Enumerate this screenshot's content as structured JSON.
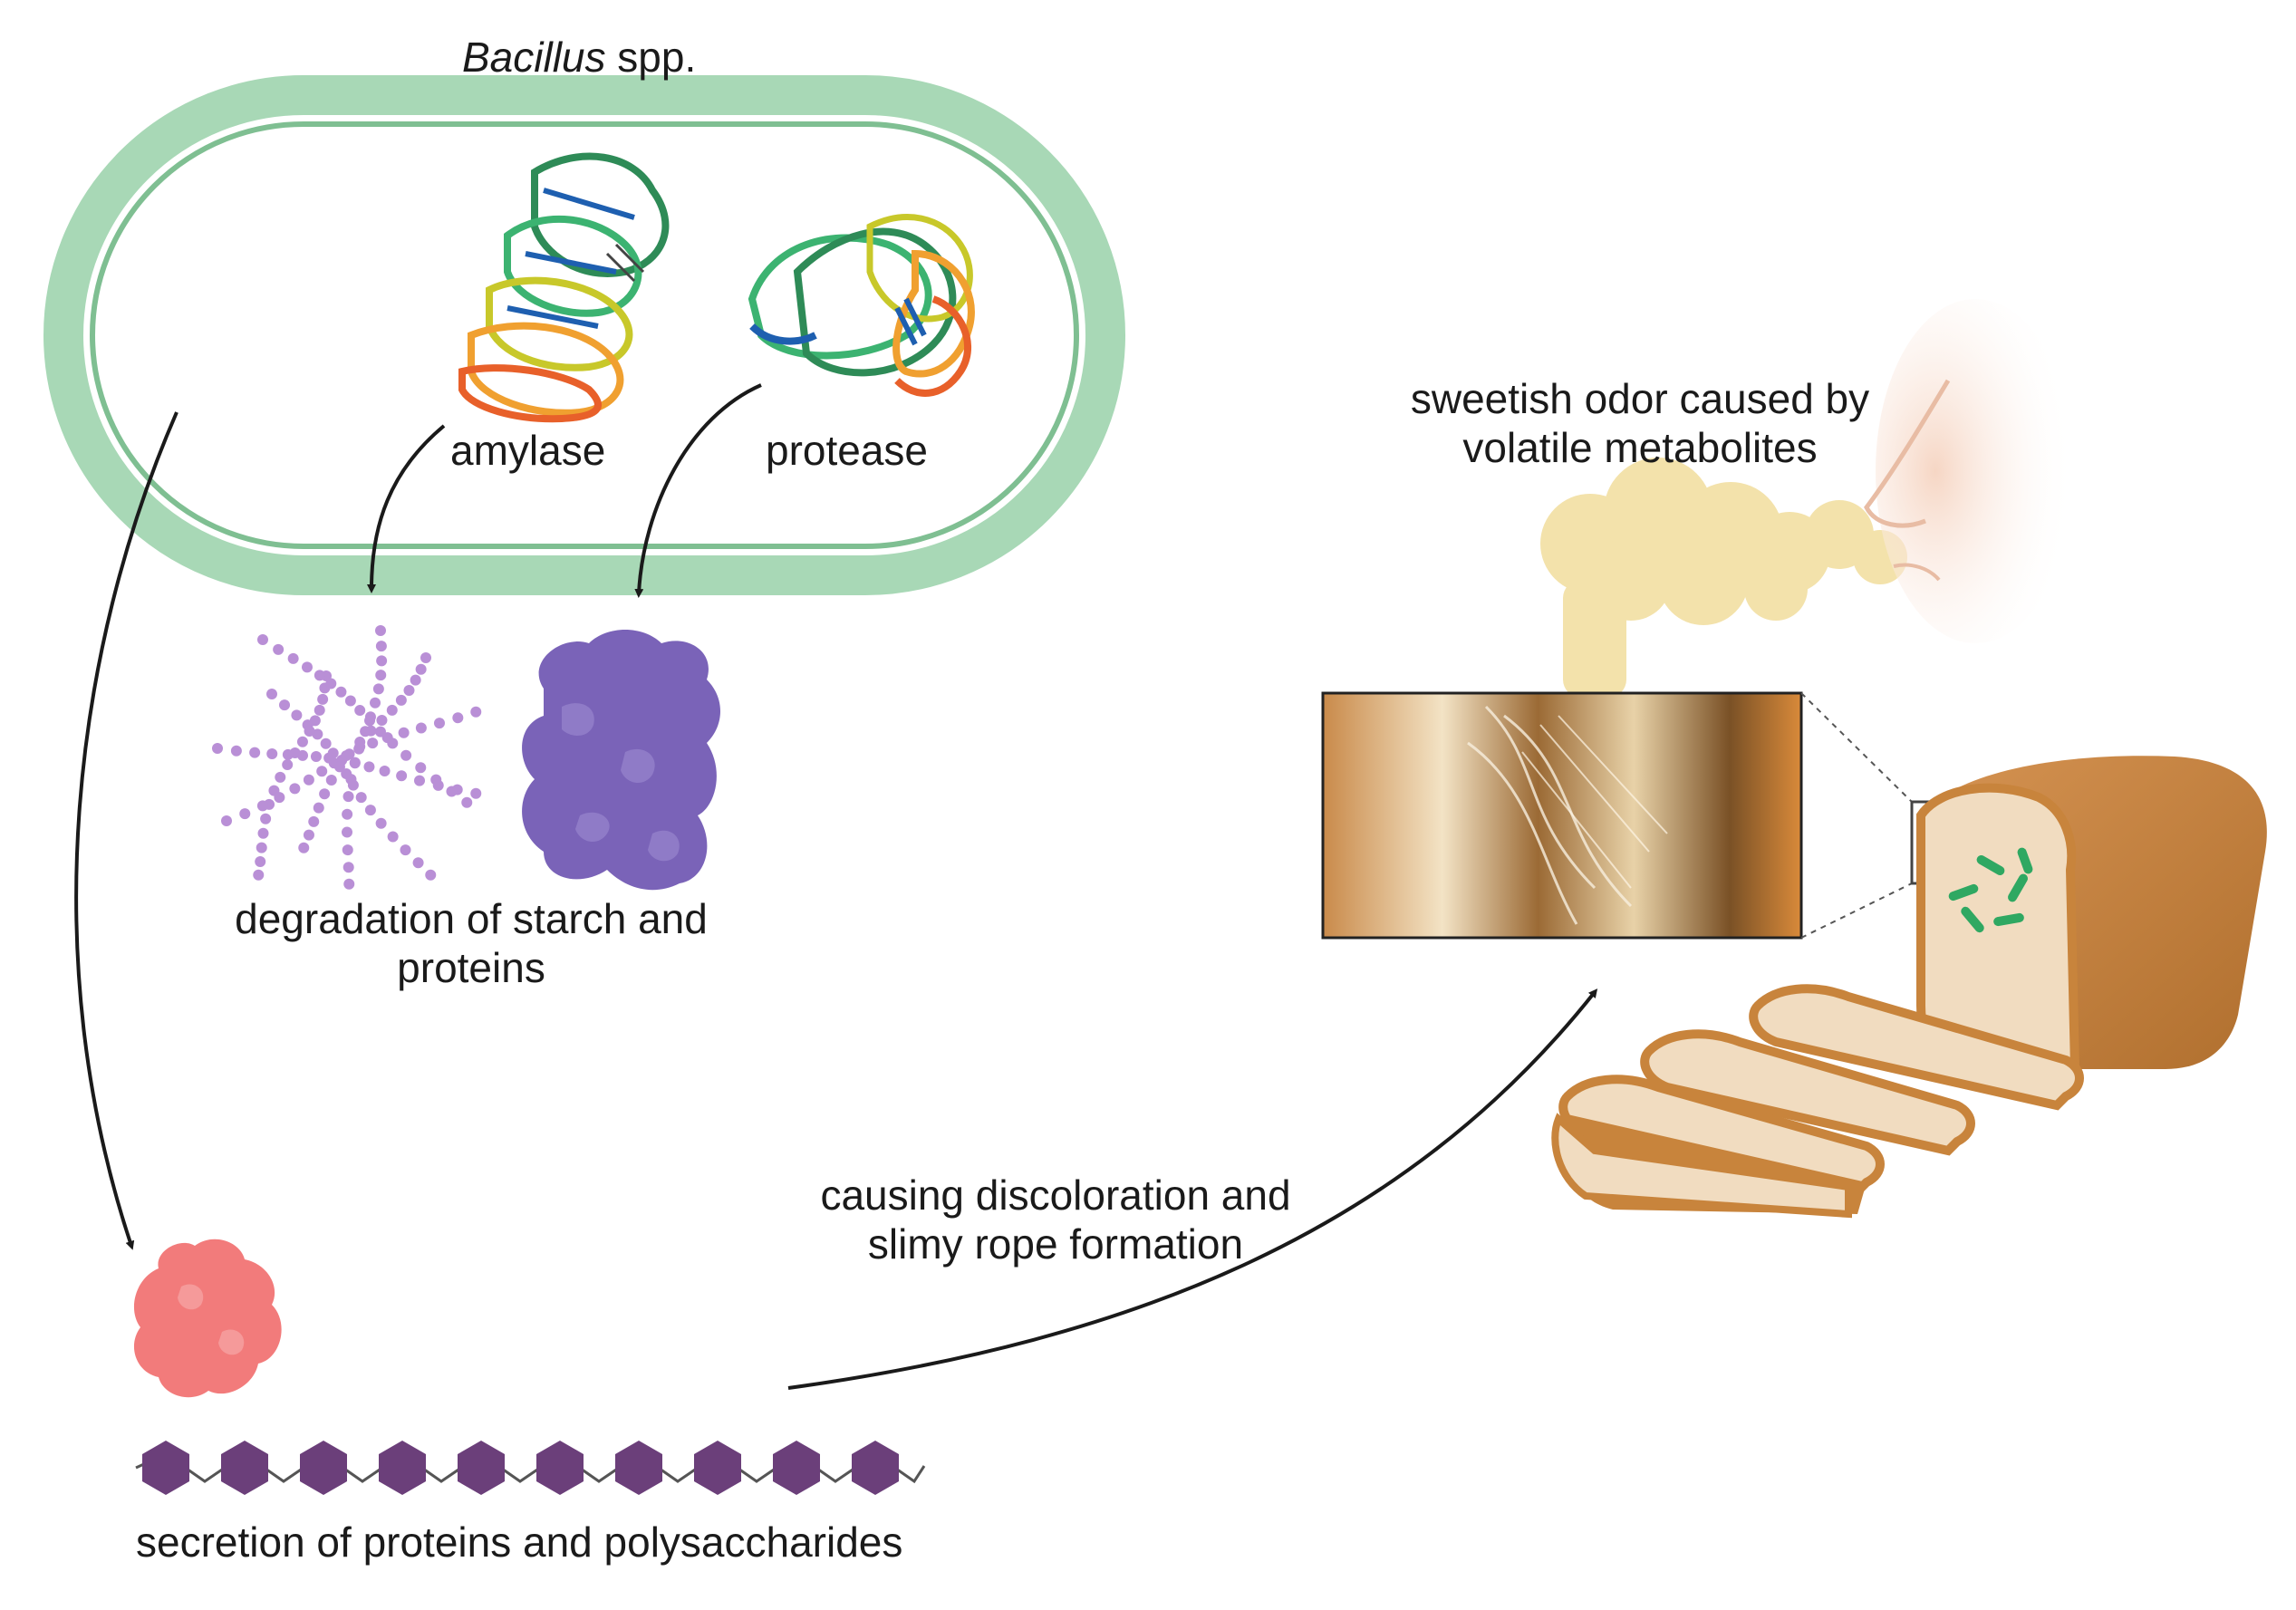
{
  "title": {
    "genus": "Bacillus",
    "suffix": " spp."
  },
  "enzymes": {
    "amylase": "amylase",
    "protease": "protease"
  },
  "degradation": {
    "line1": "degradation of starch and",
    "line2": "proteins"
  },
  "secretion": "secretion of proteins and polysaccharides",
  "effect": {
    "line1": "causing discoloration and",
    "line2": "slimy rope formation"
  },
  "odor": {
    "line1": "sweetish odor caused by",
    "line2": "volatile metabolites"
  },
  "colors": {
    "cell_wall": "#9fd4b0",
    "starch_dots": "#b98fd6",
    "protein_blob": "#7a63b8",
    "secreted_protein": "#f27b7b",
    "polysaccharide": "#6b3f7a",
    "odor_cloud": "#f3e2ab",
    "bread_crust": "#c8843c",
    "bread_crumb": "#f1dcc0",
    "bacteria": "#2fa862"
  }
}
